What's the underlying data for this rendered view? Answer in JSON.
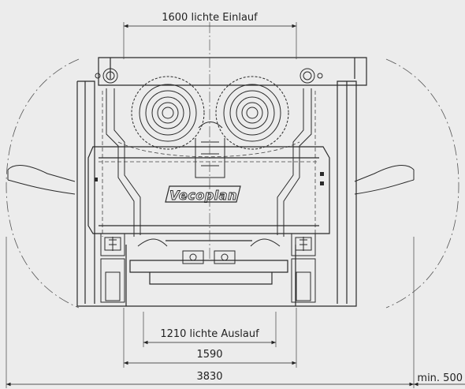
{
  "colors": {
    "background": "#ececec",
    "line": "#2a2a2a",
    "thin": "#555555"
  },
  "dimensions": {
    "inlet": "1600 lichte Einlauf",
    "outlet": "1210 lichte Auslauf",
    "inner_width": "1590",
    "total_width": "3830",
    "clearance": "min. 500"
  },
  "brand": "Vecoplan"
}
